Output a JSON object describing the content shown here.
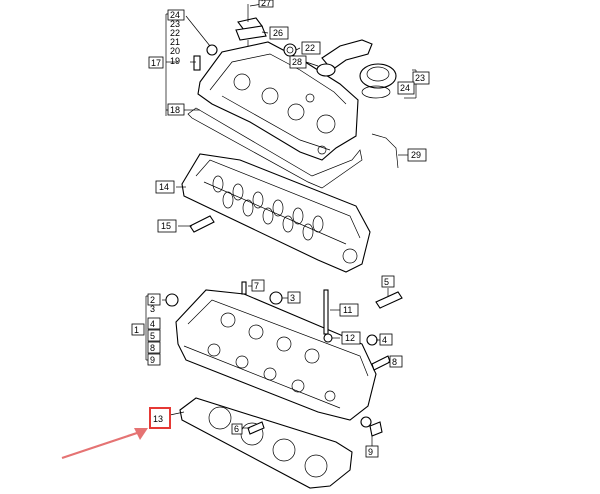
{
  "highlight_color": "#e53935",
  "arrow_color": "#e57373",
  "callouts": {
    "c1": "1",
    "c2": "2",
    "c3": "3",
    "c4a": "4",
    "c4b": "4",
    "c5": "5",
    "c6": "6",
    "c7": "7",
    "c8a": "8",
    "c8b": "8",
    "c9a": "9",
    "c9b": "9",
    "c11": "11",
    "c12": "12",
    "c13": "13",
    "c14": "14",
    "c15": "15",
    "c17": "17",
    "c18": "18",
    "c19": "19",
    "c20": "20",
    "c21": "21",
    "c22a": "22",
    "c22b": "22",
    "c23a": "23",
    "c23b": "23",
    "c24a": "24",
    "c24b": "24",
    "c26": "26",
    "c27": "27",
    "c28": "28",
    "c29": "29"
  }
}
